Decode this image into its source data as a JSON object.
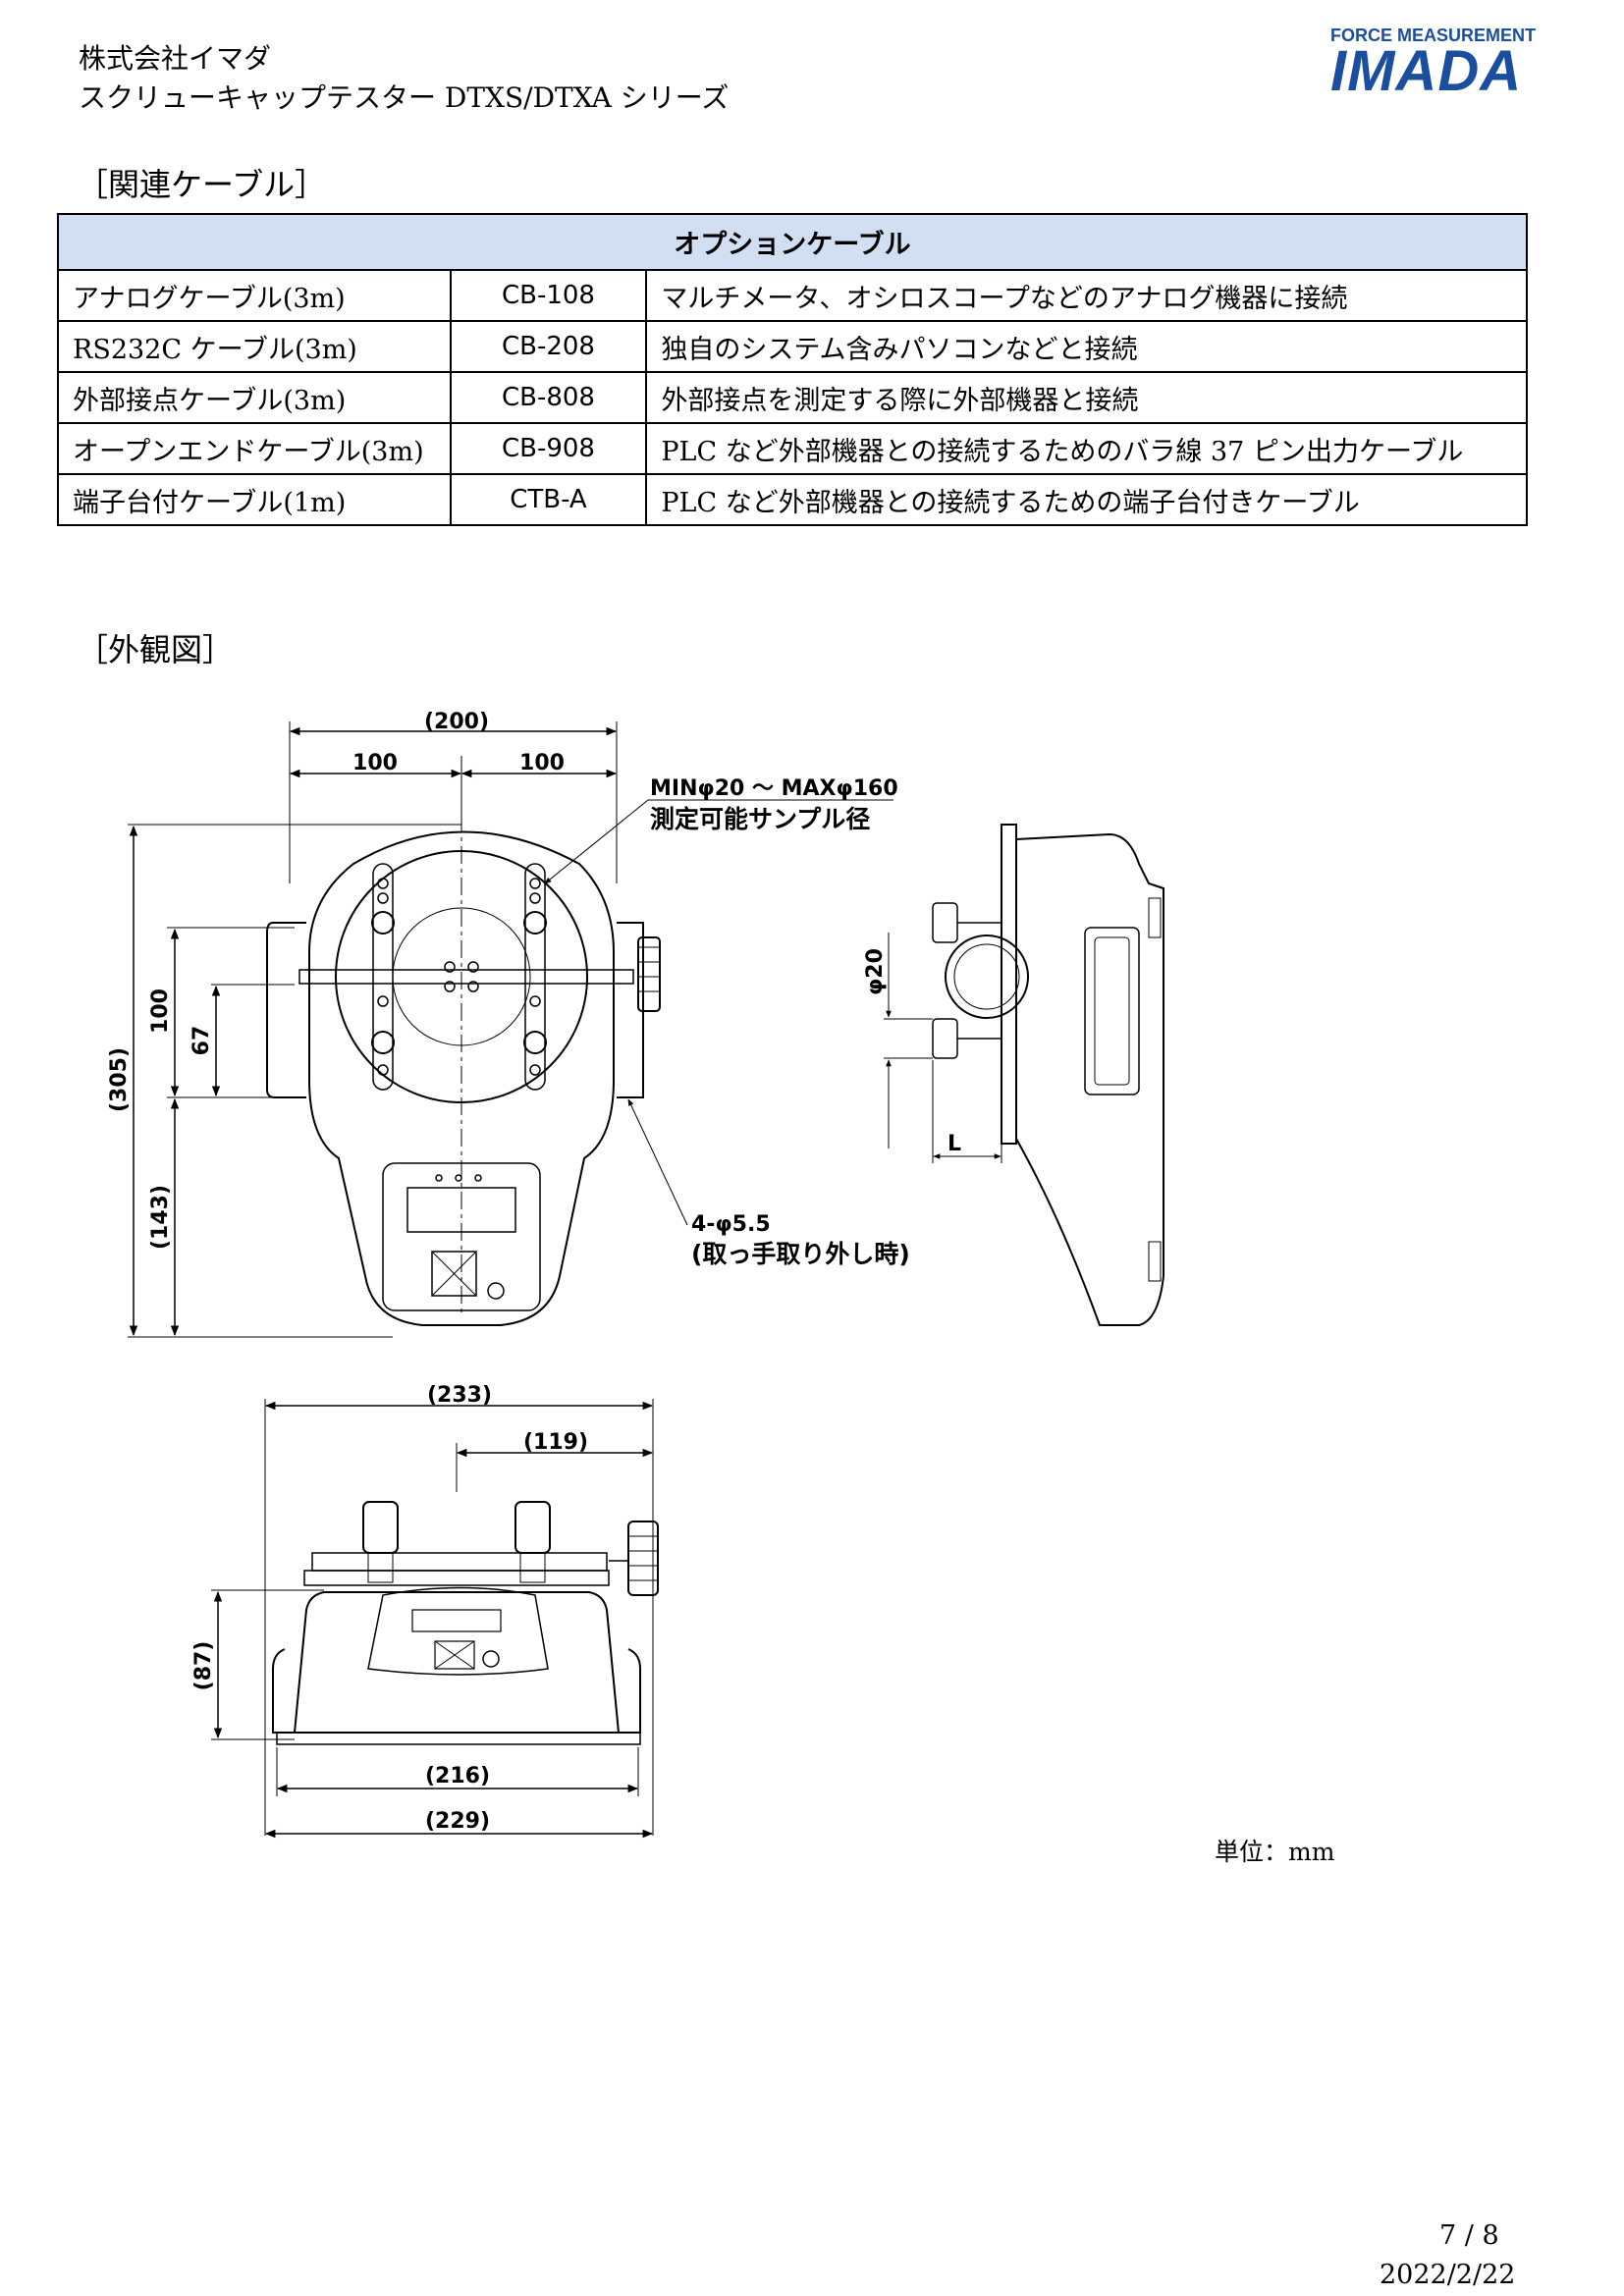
{
  "header": {
    "company": "株式会社イマダ",
    "series": "スクリューキャップテスター DTXS/DTXA シリーズ",
    "logo_top": "FORCE MEASUREMENT",
    "logo_main": "IMADA",
    "brand_color": "#1a4e9e"
  },
  "sections": {
    "cables_title": "［関連ケーブル］",
    "appearance_title": "［外観図］"
  },
  "cable_table": {
    "header": "オプションケーブル",
    "header_bg": "#d2dff3",
    "rows": [
      {
        "name": "アナログケーブル(3m)",
        "model": "CB-108",
        "desc": "マルチメータ、オシロスコープなどのアナログ機器に接続"
      },
      {
        "name": "RS232C ケーブル(3m)",
        "model": "CB-208",
        "desc": "独自のシステム含みパソコンなどと接続"
      },
      {
        "name": "外部接点ケーブル(3m)",
        "model": "CB-808",
        "desc": "外部接点を測定する際に外部機器と接続"
      },
      {
        "name": "オープンエンドケーブル(3m)",
        "model": "CB-908",
        "desc": "PLC など外部機器との接続するためのバラ線 37 ピン出力ケーブル"
      },
      {
        "name": "端子台付ケーブル(1m)",
        "model": "CTB-A",
        "desc": "PLC など外部機器との接続するための端子台付きケーブル"
      }
    ]
  },
  "drawing": {
    "dim_200": "(200)",
    "dim_100_left": "100",
    "dim_100_right": "100",
    "sample_range": "MINφ20 ～ MAXφ160",
    "sample_label": "測定可能サンプル径",
    "dim_305": "(305)",
    "dim_100_v": "100",
    "dim_67": "67",
    "dim_143": "(143)",
    "hole_label": "4-φ5.5",
    "hole_note": "(取っ手取り外し時)",
    "dim_phi20": "φ20",
    "dim_L": "L",
    "dim_233": "(233)",
    "dim_119": "(119)",
    "dim_87": "(87)",
    "dim_216": "(216)",
    "dim_229": "(229)"
  },
  "unit_note": "単位：mm",
  "footer": {
    "page": "7 / 8",
    "date": "2022/2/22"
  }
}
